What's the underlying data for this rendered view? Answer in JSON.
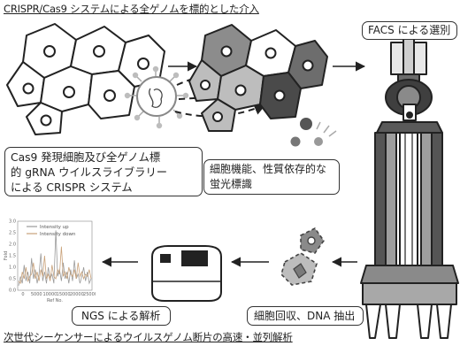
{
  "title_top": "CRISPR/Cas9 システムによる全ゲノムを標的とした介入",
  "title_bottom": "次世代シーケンサーによるウイルスゲノム断片の高速・並列解析",
  "cas9_box": {
    "line1": "Cas9 発現細胞及び全ゲノム標",
    "line2": "的 gRNA ウイルスライブラリー",
    "line3": "による CRISPR システム"
  },
  "label_box": {
    "line1": "細胞機能、性質依存的な",
    "line2": "蛍光標識"
  },
  "facs_box": {
    "label": "FACS による選別"
  },
  "ngs_box": {
    "label": "NGS による解析"
  },
  "recover_box": {
    "label": "細胞回収、DNA 抽出"
  },
  "colors": {
    "cell_white": "#ffffff",
    "cell_gray": "#8c8c8c",
    "cell_dark": "#4a4a4a",
    "virus": "#bdbdbd",
    "line_up": "#9a9a9a",
    "line_down": "#c9a27a",
    "ink": "#222222"
  },
  "chart_data": {
    "type": "line",
    "ylabel": "Fold",
    "xlabel": "Ref No.",
    "ylim": [
      0,
      3.0
    ],
    "yticks": [
      "3.0",
      "2.5",
      "2.0",
      "1.5",
      "1.0",
      "0.5",
      "0.0"
    ],
    "xticks": [
      "0",
      "5000",
      "10000",
      "15000",
      "20000",
      "25000"
    ],
    "series": [
      {
        "name": "Intensity up",
        "values": [
          0.2,
          0.6,
          0.3,
          1.1,
          0.4,
          0.8,
          0.3,
          1.4,
          0.5,
          0.9,
          0.3,
          0.7,
          1.6,
          0.4,
          0.8,
          0.3,
          1.0,
          0.5,
          0.7,
          0.3,
          2.6,
          0.6,
          0.9,
          0.4,
          1.2,
          0.5,
          0.8,
          0.3,
          0.9,
          0.4,
          1.3,
          0.5,
          0.7,
          0.3,
          0.6,
          1.0,
          0.4,
          0.8,
          0.3,
          0.5
        ]
      },
      {
        "name": "Intensity down",
        "values": [
          0.4,
          0.3,
          0.8,
          0.5,
          1.0,
          0.4,
          0.6,
          0.7,
          1.2,
          0.5,
          0.8,
          0.4,
          0.9,
          0.6,
          1.5,
          0.5,
          0.7,
          0.4,
          1.1,
          0.6,
          0.5,
          0.9,
          0.7,
          1.9,
          0.6,
          0.8,
          0.5,
          1.0,
          0.7,
          0.6,
          0.9,
          0.5,
          1.2,
          0.6,
          0.8,
          0.5,
          0.7,
          0.6,
          0.9,
          0.5
        ]
      }
    ]
  }
}
